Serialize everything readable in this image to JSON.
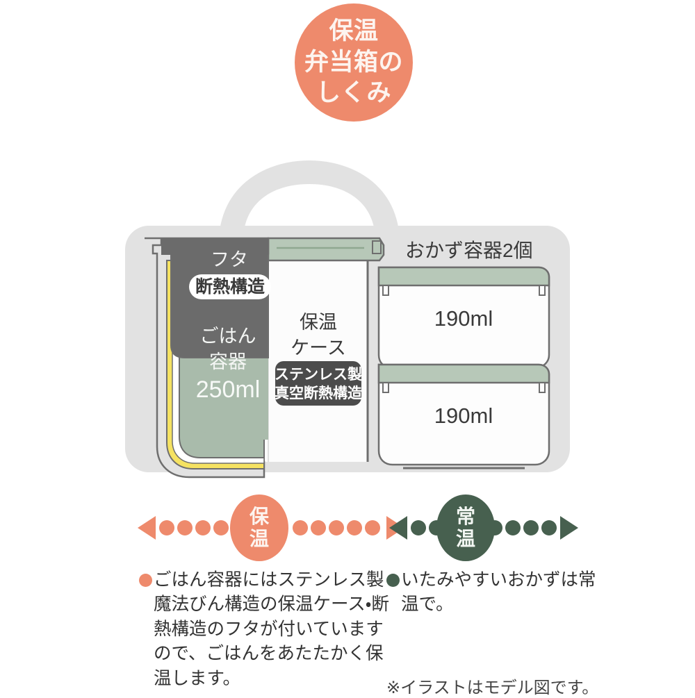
{
  "title": {
    "lines": [
      "保温",
      "弁当箱の",
      "しくみ"
    ],
    "circle_color": "#ee8a6c",
    "text_color": "#fdf4ef"
  },
  "illustration": {
    "bag": {
      "label": "insulated-lunch-bag",
      "color": "#e2e2e2"
    },
    "handle": {
      "label": "carry-handle",
      "color": "#e2e2e2"
    },
    "rice_container": {
      "lid_label": "フタ",
      "lid_badge": "断熱構造",
      "name_line1": "ごはん",
      "name_line2": "容器",
      "capacity": "250ml",
      "lid_color": "#6b6b6b",
      "body_color": "#a9bbab",
      "rice_color": "#f5e262"
    },
    "thermal_case": {
      "name_line1": "保温",
      "name_line2": "ケース",
      "badge_line1": "ステンレス製",
      "badge_line2": "真空断熱構造",
      "badge_color": "#4c4c4c",
      "case_color": "#fcfcfc",
      "case_lid_color": "#b7c8b8"
    },
    "side_containers": {
      "heading": "おかず容器2個",
      "items": [
        {
          "capacity": "190ml"
        },
        {
          "capacity": "190ml"
        }
      ],
      "lid_color": "#b7c8b8",
      "body_color": "#fdfdfd"
    }
  },
  "arrows": {
    "warm": {
      "label_line1": "保",
      "label_line2": "温",
      "color": "#ee8a6c"
    },
    "ambient": {
      "label_line1": "常",
      "label_line2": "温",
      "color": "#47604f"
    }
  },
  "notes": {
    "left": "ごはん容器にはステンレス製魔法びん構造の保温ケース・断熱構造のフタが付いていますので、ごはんをあたたかく保温します。",
    "right": "いたみやすいおかずは常温で。",
    "disclaimer": "※イラストはモデル図です。"
  }
}
